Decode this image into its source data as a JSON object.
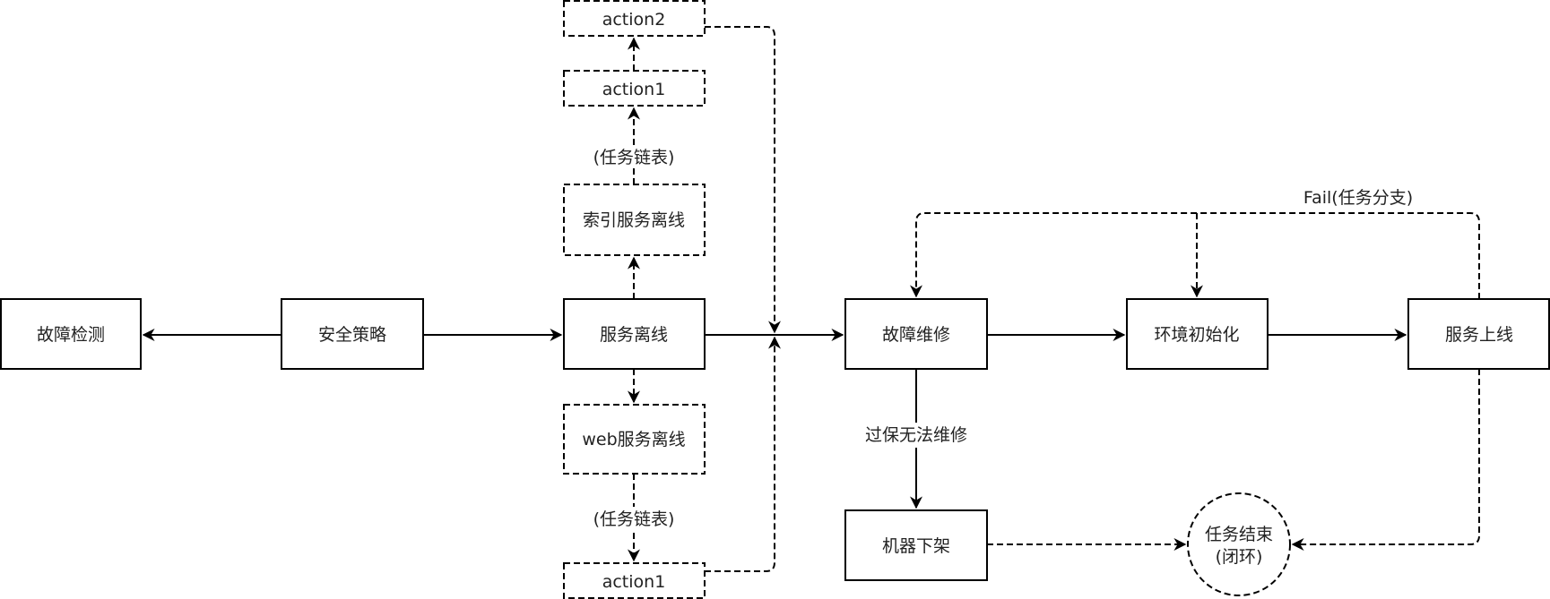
{
  "diagram": {
    "title": "",
    "colors": {
      "stroke": "#000000",
      "text": "#222222",
      "background": "#ffffff"
    },
    "nodes": {
      "fault_detect": {
        "label": "故障检测",
        "style": "solid"
      },
      "safety_policy": {
        "label": "安全策略",
        "style": "solid"
      },
      "service_offline": {
        "label": "服务离线",
        "style": "solid"
      },
      "index_offline": {
        "label": "索引服务离线",
        "style": "dashed"
      },
      "index_action1": {
        "label": "action1",
        "style": "dashed"
      },
      "index_action2": {
        "label": "action2",
        "style": "dashed"
      },
      "web_offline": {
        "label": "web服务离线",
        "style": "dashed"
      },
      "web_action1": {
        "label": "action1",
        "style": "dashed"
      },
      "fault_repair": {
        "label": "故障维修",
        "style": "solid"
      },
      "env_init": {
        "label": "环境初始化",
        "style": "solid"
      },
      "service_online": {
        "label": "服务上线",
        "style": "solid"
      },
      "machine_removal": {
        "label": "机器下架",
        "style": "solid"
      },
      "task_end": {
        "label_line1": "任务结束",
        "label_line2": "(闭环)",
        "style": "dashed-circle"
      }
    },
    "edges": [
      {
        "from": "safety_policy",
        "to": "fault_detect",
        "style": "solid",
        "label": ""
      },
      {
        "from": "safety_policy",
        "to": "service_offline",
        "style": "solid",
        "label": ""
      },
      {
        "from": "service_offline",
        "to": "index_offline",
        "style": "dashed",
        "label": ""
      },
      {
        "from": "index_offline",
        "to": "index_action1",
        "style": "dashed",
        "label": "(任务链表)"
      },
      {
        "from": "index_action1",
        "to": "index_action2",
        "style": "dashed",
        "label": ""
      },
      {
        "from": "index_action2",
        "to": "fault_repair",
        "style": "dashed",
        "label": ""
      },
      {
        "from": "service_offline",
        "to": "web_offline",
        "style": "dashed",
        "label": ""
      },
      {
        "from": "web_offline",
        "to": "web_action1",
        "style": "dashed",
        "label": "(任务链表)"
      },
      {
        "from": "web_action1",
        "to": "fault_repair",
        "style": "dashed",
        "label": ""
      },
      {
        "from": "service_offline",
        "to": "fault_repair",
        "style": "solid",
        "label": ""
      },
      {
        "from": "fault_repair",
        "to": "env_init",
        "style": "solid",
        "label": ""
      },
      {
        "from": "env_init",
        "to": "service_online",
        "style": "solid",
        "label": ""
      },
      {
        "from": "fault_repair",
        "to": "machine_removal",
        "style": "solid",
        "label": "过保无法维修"
      },
      {
        "from": "service_online",
        "to": "fault_repair",
        "style": "dashed",
        "label": "Fail(任务分支)"
      },
      {
        "from": "service_online",
        "to": "env_init",
        "style": "dashed",
        "label": ""
      },
      {
        "from": "machine_removal",
        "to": "task_end",
        "style": "dashed",
        "label": ""
      },
      {
        "from": "service_online",
        "to": "task_end",
        "style": "dashed",
        "label": ""
      }
    ],
    "edge_labels": {
      "index_chain": "(任务链表)",
      "web_chain": "(任务链表)",
      "out_of_warranty": "过保无法维修",
      "fail_branch": "Fail(任务分支)"
    }
  }
}
